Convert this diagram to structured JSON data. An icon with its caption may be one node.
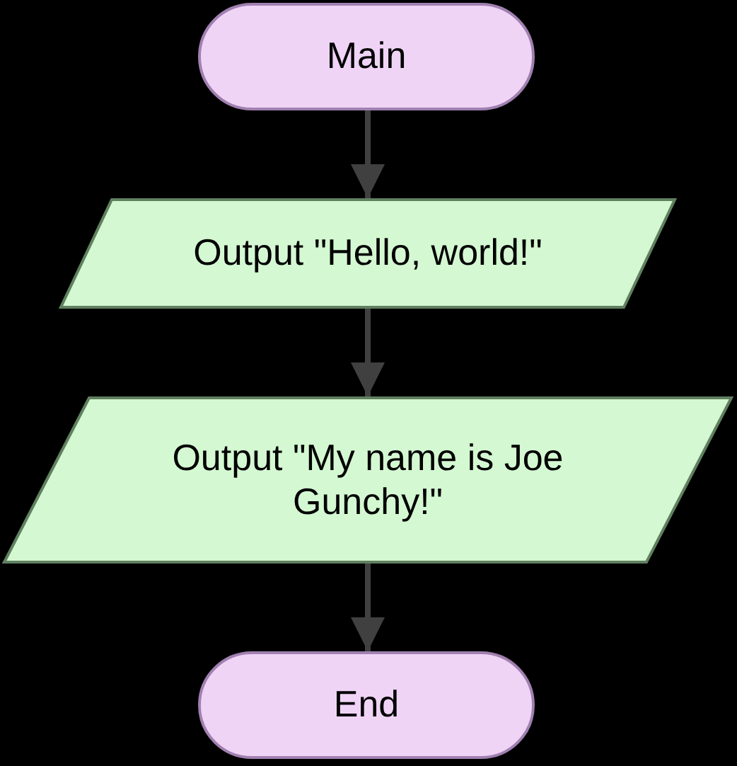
{
  "diagram": {
    "nodes": [
      {
        "text": [
          "Main"
        ]
      },
      {
        "text": [
          "Output \"Hello, world!\""
        ]
      },
      {
        "text": [
          "Output \"My name is Joe Gunchy!\""
        ]
      },
      {
        "text": [
          "End"
        ]
      }
    ],
    "edges": [
      {
        "from": 0,
        "to": 1,
        "arrow": "to"
      },
      {
        "from": 1,
        "to": 2,
        "arrow": "to"
      },
      {
        "from": 2,
        "to": 3,
        "arrow": "to"
      }
    ]
  }
}
